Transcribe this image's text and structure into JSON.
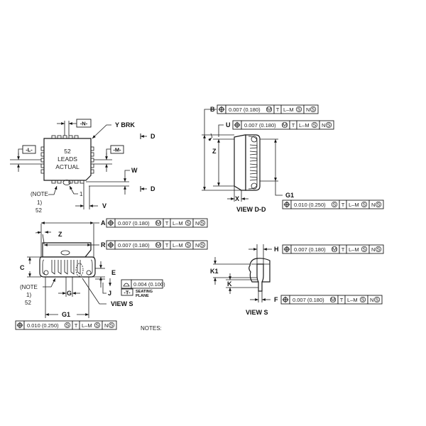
{
  "top_view": {
    "lead_count": "52",
    "leads_label": "LEADS",
    "actual_label": "ACTUAL",
    "y_brk": "Y BRK",
    "datum_n": "-N-",
    "datum_l": "-L-",
    "datum_m": "-M-",
    "section_d_top": "D",
    "section_d_bottom": "D",
    "w": "W",
    "v": "V",
    "pin1": "1",
    "note_line1": "(NOTE",
    "note_line2": "1)",
    "note_line3": "52"
  },
  "view_dd": {
    "title": "VIEW D-D",
    "b": "B",
    "u": "U",
    "z": "Z",
    "x": "X",
    "g1": "G1",
    "fcf_b": {
      "tol": "0.007 (0.180)",
      "mod": "M",
      "d1": "T",
      "d2": "L–M",
      "d2mod": "S",
      "d3": "N",
      "d3mod": "S"
    },
    "fcf_u": {
      "tol": "0.007 (0.180)",
      "mod": "M",
      "d1": "T",
      "d2": "L–M",
      "d2mod": "S",
      "d3": "N",
      "d3mod": "S"
    },
    "fcf_g1": {
      "tol": "0.010 (0.250)",
      "mod": "S",
      "d1": "T",
      "d2": "L–M",
      "d2mod": "S",
      "d3": "N",
      "d3mod": "S"
    }
  },
  "side_view": {
    "a": "A",
    "r": "R",
    "z": "Z",
    "c": "C",
    "e": "E",
    "j": "J",
    "g": "G",
    "g1": "G1",
    "view_s_ref": "VIEW S",
    "note_line1": "(NOTE",
    "note_line2": "1)",
    "note_line3": "52",
    "fcf_a": {
      "tol": "0.007 (0.180)",
      "mod": "M",
      "d1": "T",
      "d2": "L–M",
      "d2mod": "S",
      "d3": "N",
      "d3mod": "S"
    },
    "fcf_r": {
      "tol": "0.007 (0.180)",
      "mod": "M",
      "d1": "T",
      "d2": "L–M",
      "d2mod": "S",
      "d3": "N",
      "d3mod": "S"
    },
    "fcf_g1": {
      "tol": "0.010 (0.250)",
      "mod": "S",
      "d1": "T",
      "d2": "L–M",
      "d2mod": "S",
      "d3": "N",
      "d3mod": "S"
    },
    "flatness_tol": "0.004 (0.100)",
    "datum_t": "-T-",
    "seating_line1": "SEATING",
    "seating_line2": "PLANE",
    "notes_label": "NOTES:"
  },
  "view_s": {
    "title": "VIEW S",
    "h": "H",
    "f": "F",
    "k1": "K1",
    "k": "K",
    "fcf_h": {
      "tol": "0.007 (0.180)",
      "mod": "M",
      "d1": "T",
      "d2": "L–M",
      "d2mod": "S",
      "d3": "N",
      "d3mod": "S"
    },
    "fcf_f": {
      "tol": "0.007 (0.180)",
      "mod": "M",
      "d1": "T",
      "d2": "L–M",
      "d2mod": "S",
      "d3": "N",
      "d3mod": "S"
    }
  },
  "symbols": {
    "position": "position-icon",
    "profile": "surface-profile-icon",
    "modifier_circle": "circled-modifier"
  }
}
